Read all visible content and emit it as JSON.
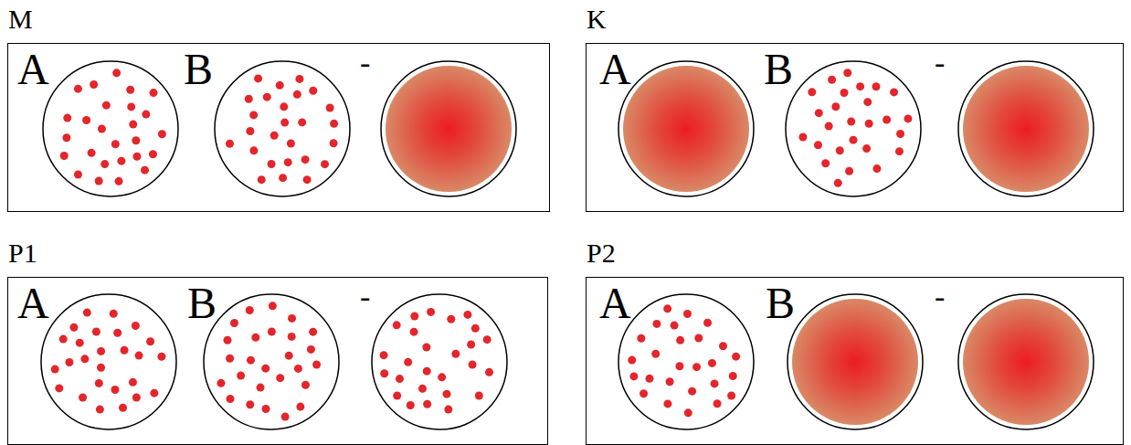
{
  "diagram": {
    "nodes": [
      {
        "text": [
          "M",
          "A",
          "B",
          "-"
        ]
      },
      {
        "text": [
          "K",
          "A",
          "B",
          "-"
        ]
      },
      {
        "text": [
          "P1",
          "A",
          "B",
          "-"
        ]
      },
      {
        "text": [
          "P2",
          "A",
          "B",
          "-"
        ]
      }
    ]
  }
}
